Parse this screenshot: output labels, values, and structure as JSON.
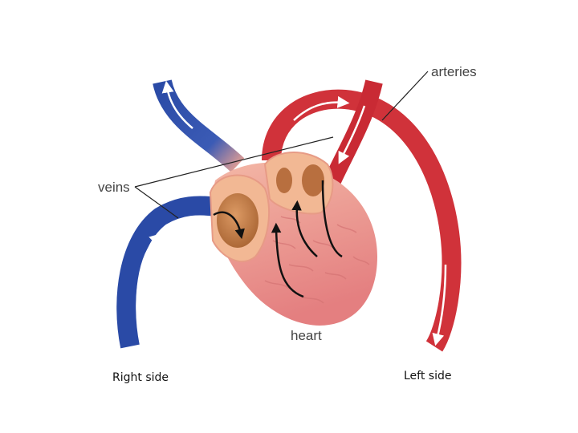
{
  "labels": {
    "arteries": "arteries",
    "veins": "veins",
    "heart": "heart",
    "right_side": "Right side",
    "left_side": "Left side"
  },
  "colors": {
    "vein_blue": "#2a4aa6",
    "artery_red": "#d0323a",
    "heart_pink": "#e98e8c",
    "atrium_peach": "#f2b894",
    "chamber_brown": "#b86f3f",
    "leader_line": "#222222"
  }
}
